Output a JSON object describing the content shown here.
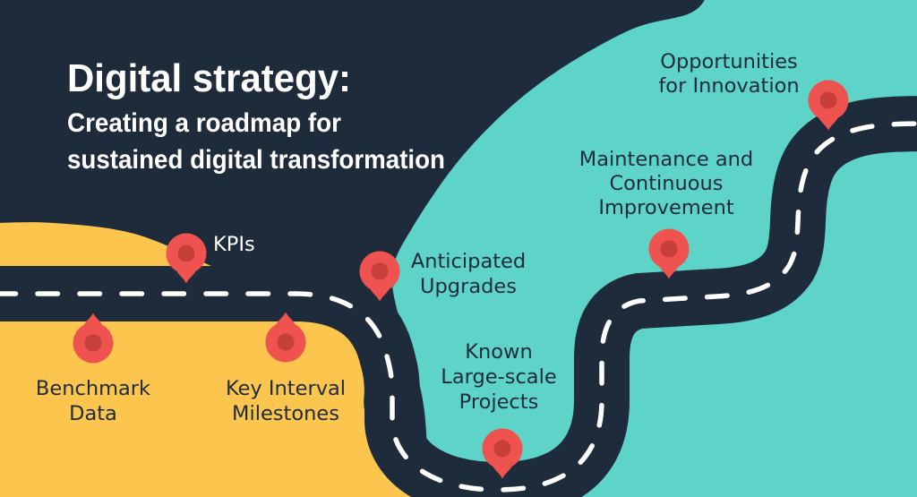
{
  "figure": {
    "title": "Digital strategy:",
    "subtitle_lines": [
      "Creating a roadmap for",
      "sustained digital transformation"
    ]
  },
  "milestones": [
    {
      "label": "Benchmark Data",
      "lines": [
        "Benchmark",
        "Data"
      ]
    },
    {
      "label": "KPIs",
      "lines": [
        "KPIs"
      ]
    },
    {
      "label": "Key Interval Milestones",
      "lines": [
        "Key Interval",
        "Milestones"
      ]
    },
    {
      "label": "Anticipated Upgrades",
      "lines": [
        "Anticipated",
        "Upgrades"
      ]
    },
    {
      "label": "Known Large-scale Projects",
      "lines": [
        "Known",
        "Large-scale",
        "Projects"
      ]
    },
    {
      "label": "Maintenance and Continuous Improvement",
      "lines": [
        "Maintenance and",
        "Continuous",
        "Improvement"
      ]
    },
    {
      "label": "Opportunities for Innovation",
      "lines": [
        "Opportunities",
        "for Innovation"
      ]
    }
  ],
  "icons": {
    "milestone_marker": "location-pin-icon"
  },
  "colors": {
    "background": "#1e2b3a",
    "road": "#1e2b3a",
    "teal": "#5ed3c8",
    "yellow": "#fbc54e",
    "pin-outer": "#ee5350",
    "pin-inner": "#c63f38",
    "line": "#ffffff",
    "text-light": "#ffffff",
    "text-dark": "#1e2b3a"
  }
}
